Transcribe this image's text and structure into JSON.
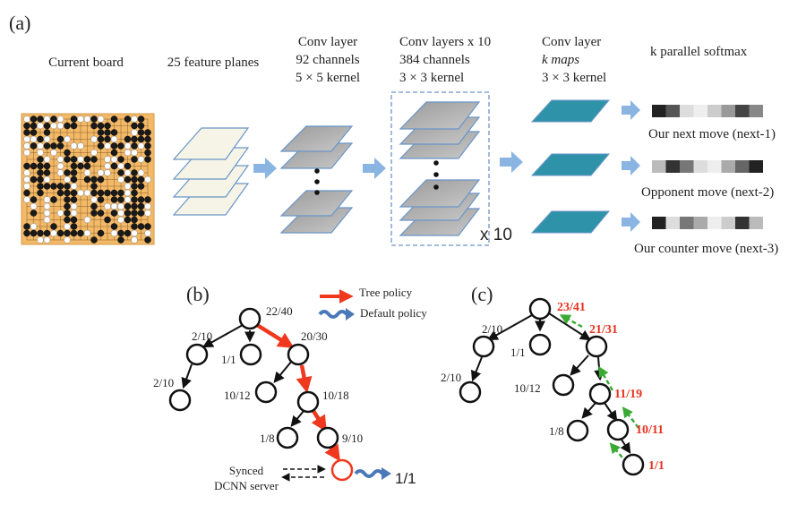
{
  "panel_a": {
    "tag": "(a)",
    "stages": {
      "board": "Current board",
      "planes": "25 feature planes",
      "conv1": [
        "Conv layer",
        "92 channels",
        "5 × 5 kernel"
      ],
      "conv10": [
        "Conv layers x 10",
        "384 channels",
        "3 × 3 kernel"
      ],
      "convk": [
        "Conv layer",
        "k maps",
        "3 × 3 kernel"
      ],
      "softmax": "k parallel softmax"
    },
    "repeat_label": "x 10",
    "outputs": [
      "Our next move (next-1)",
      "Opponent move (next-2)",
      "Our counter move (next-3)"
    ],
    "colors": {
      "plane_light": "#f6f4e6",
      "plane_gray": "#b4b4b4",
      "plane_teal": "#2e93a8",
      "arrow_blue": "#8ab4e2",
      "board": "#f2b969"
    }
  },
  "panel_b": {
    "tag": "(b)",
    "legend": {
      "tree": "Tree policy",
      "default": "Default policy"
    },
    "nodes": [
      "22/40",
      "2/10",
      "1/1",
      "20/30",
      "2/10",
      "10/12",
      "10/18",
      "1/8",
      "9/10"
    ],
    "leaf_result": "1/1",
    "server": [
      "Synced",
      "DCNN server"
    ],
    "colors": {
      "tree_policy": "#f0381f",
      "default_policy": "#4a79b7"
    }
  },
  "panel_c": {
    "tag": "(c)",
    "nodes_black": [
      "2/10",
      "1/1",
      "2/10",
      "10/12",
      "1/8"
    ],
    "nodes_red": [
      "23/41",
      "21/31",
      "11/19",
      "10/11",
      "1/1"
    ],
    "colors": {
      "backprop": "#3aaa35",
      "updated": "#e8321e"
    }
  }
}
